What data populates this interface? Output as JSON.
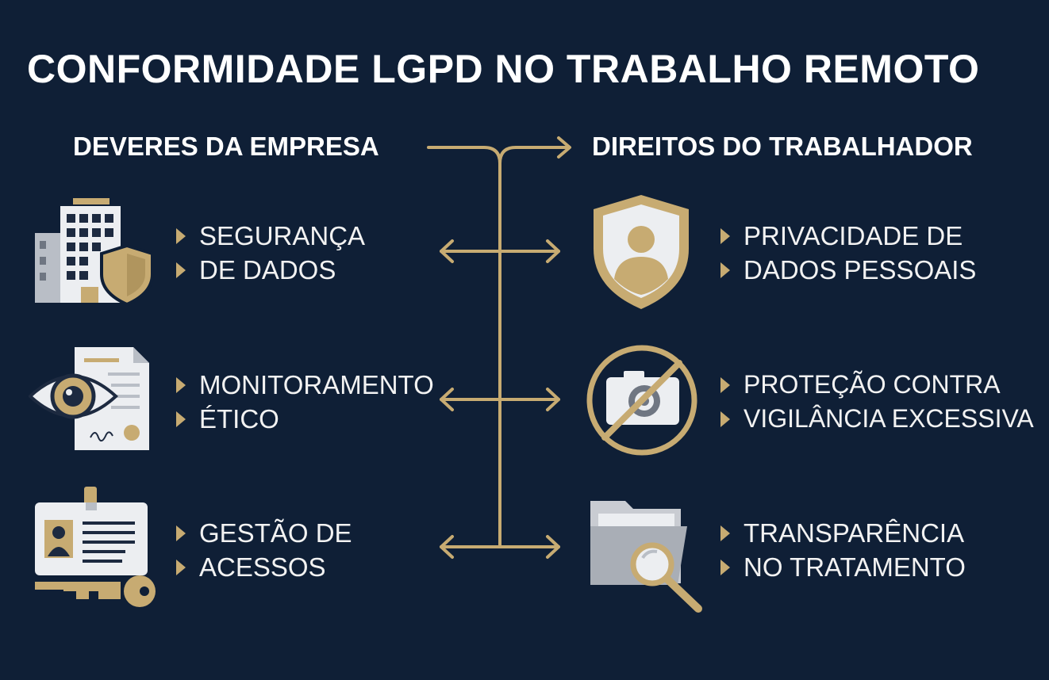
{
  "title": "CONFORMIDADE LGPD NO TRABALHO REMOTO",
  "left_header": "DEVERES DA EMPRESA",
  "right_header": "DIREITOS DO TRABALHADOR",
  "duties": [
    {
      "icon": "building-shield-icon",
      "lines": [
        "SEGURANÇA",
        "DE DADOS"
      ]
    },
    {
      "icon": "eye-document-icon",
      "lines": [
        "MONITORAMENTO",
        "ÉTICO"
      ]
    },
    {
      "icon": "id-badge-key-icon",
      "lines": [
        "GESTÃO DE",
        "ACESSOS"
      ]
    }
  ],
  "rights": [
    {
      "icon": "person-shield-icon",
      "lines": [
        "PRIVACIDADE DE",
        "DADOS PESSOAIS"
      ]
    },
    {
      "icon": "no-camera-icon",
      "lines": [
        "PROTEÇÃO CONTRA",
        "VIGILÂNCIA EXCESSIVA"
      ]
    },
    {
      "icon": "folder-magnifier-icon",
      "lines": [
        "TRANSPARÊNCIA",
        "NO TRATAMENTO"
      ]
    }
  ],
  "colors": {
    "background": "#0f1f36",
    "accent": "#c7ab72",
    "text": "#f2f2f2"
  }
}
